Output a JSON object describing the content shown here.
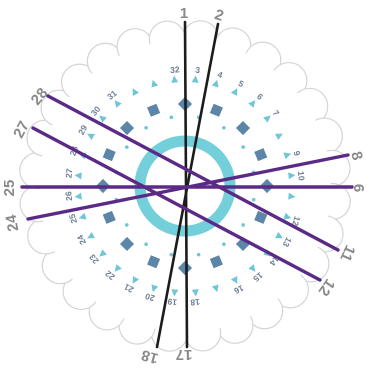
{
  "diagram": {
    "colors": {
      "petal_stroke": "#d4d4d4",
      "ring": "#73cfd9",
      "marker_square": "#5b86a8",
      "marker_triangle": "#6ec6d6",
      "marker_dot": "#6ec6d6",
      "inner_label": "#6f7f95",
      "outer_label": "#8a8a8a",
      "line_black": "#1c1c1c",
      "line_purple": "#5b2a86"
    },
    "outer_numbers": [
      "1",
      "2",
      "6",
      "8",
      "11",
      "12",
      "17",
      "18",
      "24",
      "25",
      "27",
      "28"
    ],
    "inner_numbers": [
      "3",
      "4",
      "5",
      "6",
      "7",
      "9",
      "10",
      "12",
      "13",
      "14",
      "15",
      "16",
      "18",
      "19",
      "20",
      "21",
      "22",
      "23",
      "24",
      "25",
      "26",
      "27",
      "28",
      "29",
      "30",
      "31",
      "32"
    ],
    "lines": [
      {
        "from": "1",
        "to": "17",
        "color": "black"
      },
      {
        "from": "2",
        "to": "18",
        "color": "black"
      },
      {
        "from": "28",
        "to": "11",
        "color": "purple"
      },
      {
        "from": "27",
        "to": "12",
        "color": "purple"
      },
      {
        "from": "25",
        "to": "6",
        "color": "purple"
      },
      {
        "from": "24",
        "to": "8",
        "color": "purple"
      }
    ]
  }
}
